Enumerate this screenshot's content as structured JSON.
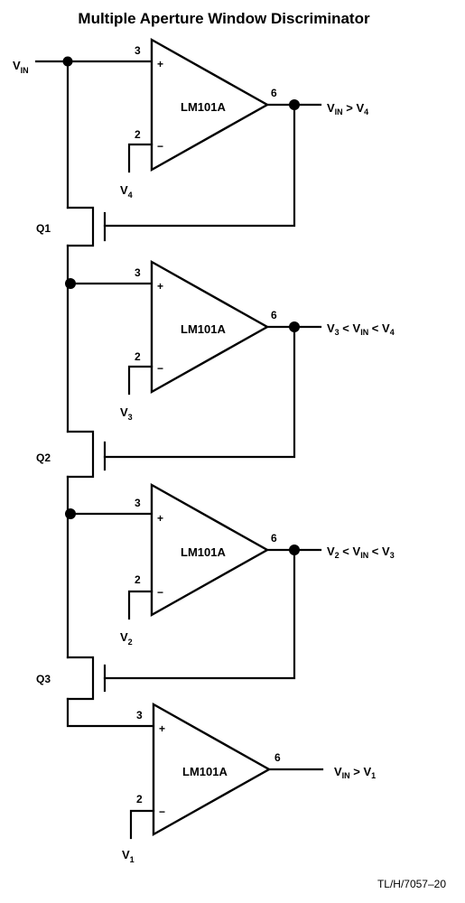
{
  "title": "Multiple Aperture Window Discriminator",
  "reference": "TL/H/7057–20",
  "input": {
    "main": "V",
    "sub": "IN"
  },
  "pins": {
    "noninverting": "3",
    "inverting": "2",
    "output": "6",
    "plus": "+",
    "minus": "−"
  },
  "amplifiers": [
    {
      "chip": "LM101A",
      "ref": {
        "main": "V",
        "sub": "4"
      },
      "output": {
        "parts": [
          {
            "main": "V",
            "sub": "IN"
          },
          {
            "main": " > V",
            "sub": "4"
          }
        ]
      }
    },
    {
      "chip": "LM101A",
      "ref": {
        "main": "V",
        "sub": "3"
      },
      "output": {
        "parts": [
          {
            "main": "V",
            "sub": "3"
          },
          {
            "main": " < V",
            "sub": "IN"
          },
          {
            "main": " < V",
            "sub": "4"
          }
        ]
      }
    },
    {
      "chip": "LM101A",
      "ref": {
        "main": "V",
        "sub": "2"
      },
      "output": {
        "parts": [
          {
            "main": "V",
            "sub": "2"
          },
          {
            "main": " < V",
            "sub": "IN"
          },
          {
            "main": " < V",
            "sub": "3"
          }
        ]
      }
    },
    {
      "chip": "LM101A",
      "ref": {
        "main": "V",
        "sub": "1"
      },
      "output": {
        "parts": [
          {
            "main": "V",
            "sub": "IN"
          },
          {
            "main": " > V",
            "sub": "1"
          }
        ]
      }
    }
  ],
  "transistors": [
    "Q1",
    "Q2",
    "Q3"
  ]
}
